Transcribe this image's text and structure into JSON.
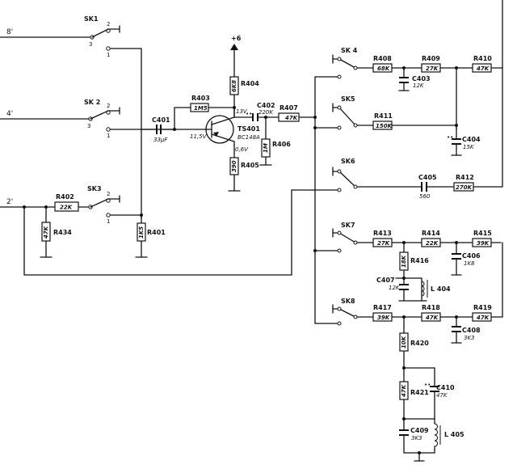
{
  "inputs": {
    "in8": "8'",
    "in4": "4'",
    "in2": "2'"
  },
  "supply": "+6",
  "switches": {
    "sk1": "SK1",
    "sk2": "SK 2",
    "sk3": "SK3",
    "sk4": "SK 4",
    "sk5": "SK5",
    "sk6": "SK6",
    "sk7": "SK7",
    "sk8": "SK8",
    "pin1": "1",
    "pin2": "2",
    "pin3": "3"
  },
  "transistor": {
    "name": "TS401",
    "type": "BC148A",
    "vc": "13V",
    "vb": "11,5V",
    "ve": "0,6V"
  },
  "resistors": {
    "r401": {
      "name": "R401",
      "value": "1K5"
    },
    "r402": {
      "name": "R402",
      "value": "22K"
    },
    "r403": {
      "name": "R403",
      "value": "1M5"
    },
    "r404": {
      "name": "R404",
      "value": "6K8"
    },
    "r405": {
      "name": "R405",
      "value": "390"
    },
    "r406": {
      "name": "R406",
      "value": "1M"
    },
    "r407": {
      "name": "R407",
      "value": "47K"
    },
    "r408": {
      "name": "R408",
      "value": "68K"
    },
    "r409": {
      "name": "R409",
      "value": "27K"
    },
    "r410": {
      "name": "R410",
      "value": "47K"
    },
    "r411": {
      "name": "R411",
      "value": "150K"
    },
    "r412": {
      "name": "R412",
      "value": "270K"
    },
    "r413": {
      "name": "R413",
      "value": "27K"
    },
    "r414": {
      "name": "R414",
      "value": "22K"
    },
    "r415": {
      "name": "R415",
      "value": "39K"
    },
    "r416": {
      "name": "R416",
      "value": "18K"
    },
    "r417": {
      "name": "R417",
      "value": "39K"
    },
    "r418": {
      "name": "R418",
      "value": "47K"
    },
    "r419": {
      "name": "R419",
      "value": "47K"
    },
    "r420": {
      "name": "R420",
      "value": "10K"
    },
    "r421": {
      "name": "R421",
      "value": "47K"
    },
    "r434": {
      "name": "R434",
      "value": "47K"
    }
  },
  "capacitors": {
    "c401": {
      "name": "C401",
      "value": "33µF"
    },
    "c402": {
      "name": "C402",
      "value": "220K"
    },
    "c403": {
      "name": "C403",
      "value": "12K"
    },
    "c404": {
      "name": "C404",
      "value": "15K"
    },
    "c405": {
      "name": "C405",
      "value": "560"
    },
    "c406": {
      "name": "C406",
      "value": "1K8"
    },
    "c407": {
      "name": "C407",
      "value": "12K"
    },
    "c408": {
      "name": "C408",
      "value": "3K3"
    },
    "c409": {
      "name": "C409",
      "value": "3K3"
    },
    "c410": {
      "name": "C410",
      "value": "47K"
    }
  },
  "inductors": {
    "l404": "L 404",
    "l405": "L 405"
  }
}
